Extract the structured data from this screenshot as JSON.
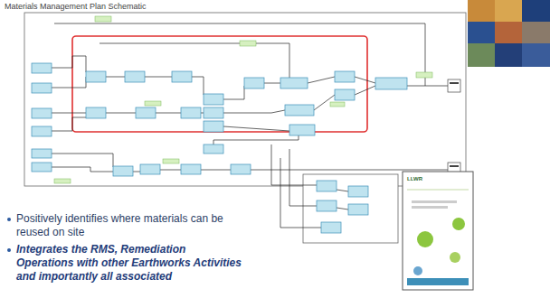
{
  "diagram": {
    "title": "Materials Management Plan Schematic",
    "labels": [
      "Positively identifies where materials can be reused on site",
      "Integrates the RMS, Remediation Operations with other Earthworks Activities and importantly all associated",
      "LLWR"
    ]
  }
}
